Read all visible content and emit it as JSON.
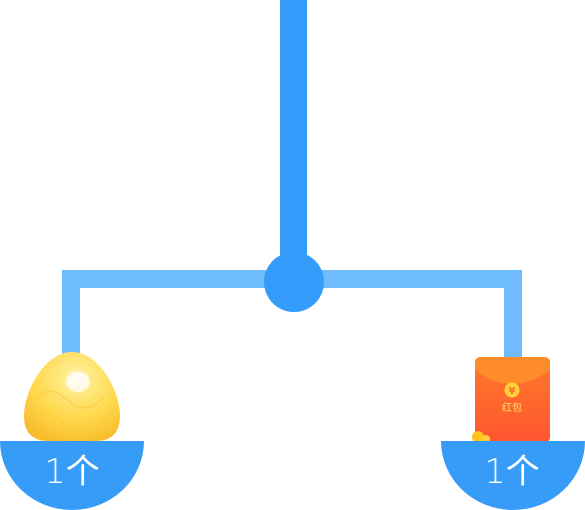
{
  "scale": {
    "left_pan": {
      "item": "golden-egg",
      "count_label": "1个"
    },
    "right_pan": {
      "item": "red-envelope",
      "count_label": "1个",
      "envelope_label": "红包",
      "envelope_symbol": "¥"
    }
  },
  "colors": {
    "post": "#349cfb",
    "beam": "#6fbcfd",
    "pivot": "#349cfb",
    "pan": "#379cf8",
    "egg": "#ffd94f",
    "envelope": "#ff6a2e",
    "coin": "#ffc21a"
  }
}
